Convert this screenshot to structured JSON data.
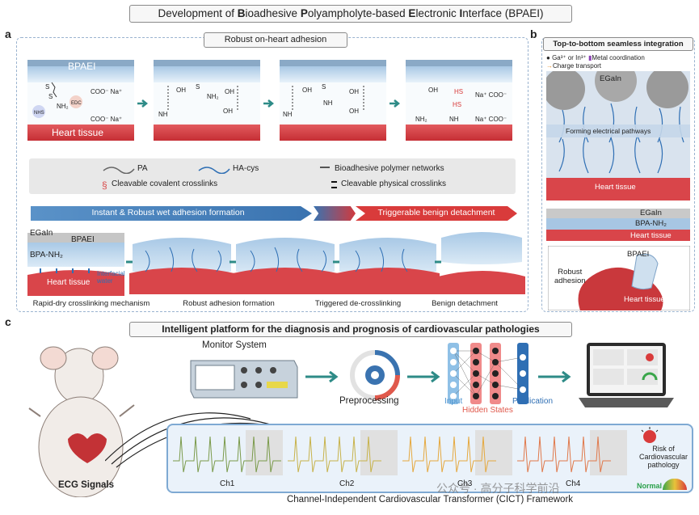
{
  "main_title": {
    "plain1": "Development of ",
    "b1": "B",
    "plain2": "ioadhesive ",
    "b2": "P",
    "plain3": "olyampholyte-based ",
    "b3": "E",
    "plain4": "lectronic ",
    "b4": "I",
    "plain5": "nterface   (BPAEI)"
  },
  "panel_a": {
    "letter": "a",
    "section_title": "Robust on-heart adhesion",
    "bpaei": "BPAEI",
    "heart_tissue": "Heart tissue",
    "chem": {
      "coo_na": "COO⁻ Na⁺",
      "nh2": "NH₂",
      "nhs": "NHS",
      "edc": "EDC",
      "oh": "OH",
      "nh": "NH",
      "hs": "HS",
      "s": "S",
      "na_coo": "Na⁺ COO⁻"
    },
    "legend": {
      "pa": "PA",
      "ha_cys": "HA-cys",
      "networks": "Bioadhesive polymer networks",
      "covalent": "Cleavable covalent crosslinks",
      "physical": "Cleavable physical crosslinks"
    },
    "banner_left": "Instant & Robust wet adhesion formation",
    "banner_right": "Triggerable benign detachment",
    "stage_labels": {
      "egain": "EGaIn",
      "bpaei": "BPAEI",
      "bpa_nh2": "BPA-NH₂",
      "heart_tissue": "Heart tissue",
      "interfacial_water": "Interfacial water"
    },
    "captions": [
      "Rapid-dry crosslinking mechanism",
      "Robust adhesion formation",
      "Triggered de-crosslinking",
      "Benign detachment"
    ]
  },
  "panel_b": {
    "letter": "b",
    "title": "Top-to-bottom seamless integration",
    "legend_metal": "Ga³⁺ or In³⁺",
    "legend_coord": "Metal coordination",
    "legend_charge": "Charge transport",
    "egain": "EGaIn",
    "pathways": "Forming electrical pathways",
    "heart_tissue": "Heart tissue",
    "layer_egain": "EGaIn",
    "layer_bpa": "BPA-NH₂",
    "layer_heart": "Heart tissue",
    "bpaei": "BPAEI",
    "robust_adhesion": "Robust\nadhesion",
    "heart_tissue2": "Heart tissue"
  },
  "panel_c": {
    "letter": "c",
    "title": "Intelligent platform for the diagnosis and prognosis of cardiovascular pathologies",
    "monitor": "Monitor System",
    "preprocessing": "Preprocessing",
    "input": "Input",
    "hidden": "Hidden States",
    "prediction": "Predication",
    "ecg": "ECG Signals",
    "channels": [
      "Ch1",
      "Ch2",
      "Ch3",
      "Ch4"
    ],
    "risk": "Risk of\nCardiovascular\npathology",
    "normal": "Normal",
    "framework": "Channel-Independent Cardiovascular Transformer (CICT) Framework",
    "watermark": "公众号 · 高分子科学前沿"
  },
  "colors": {
    "gel": "#bcd9ef",
    "tissue": "#d9454a",
    "accent_teal": "#2e8b87",
    "banner_blue": "#3b78b5",
    "banner_red": "#d93b3b",
    "crosslink": "#d84a4a"
  }
}
